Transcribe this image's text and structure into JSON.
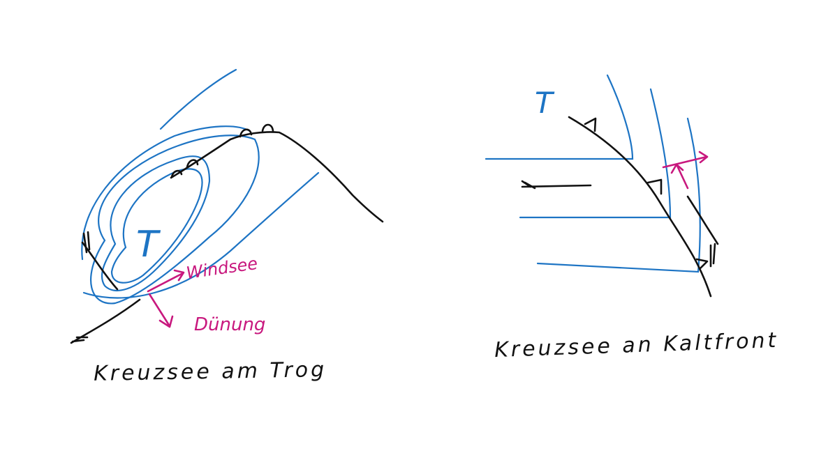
{
  "colors": {
    "isobar": "#1d74c4",
    "front": "#111111",
    "arrow": "#c8187e",
    "background": "#ffffff"
  },
  "left_sketch": {
    "low_label": "T",
    "arrow_label_1": "Windsee",
    "arrow_label_2": "Dünung",
    "caption": "Kreuzsee am Trog"
  },
  "right_sketch": {
    "low_label": "T",
    "caption": "Kreuzsee an Kaltfront"
  }
}
